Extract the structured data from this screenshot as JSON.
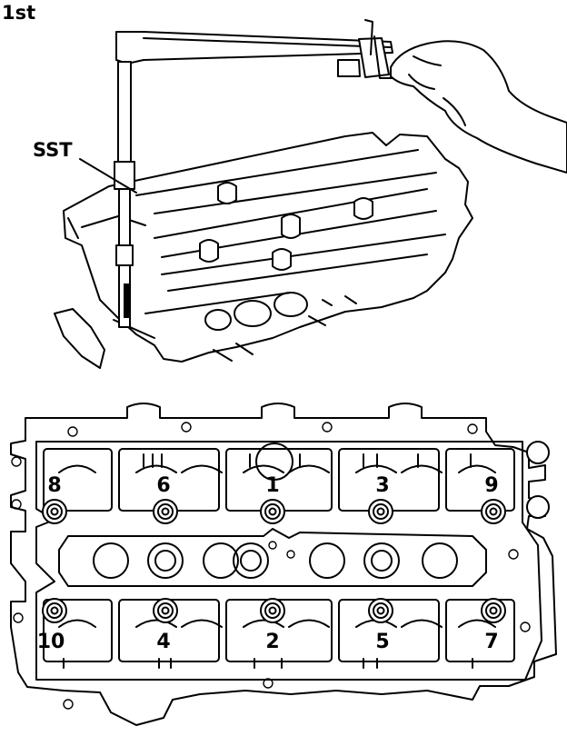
{
  "step_label": "1st",
  "tool_label": "SST",
  "colors": {
    "ink": "#000000",
    "paper": "#ffffff"
  },
  "bolt_numbers": {
    "upper_row": [
      "8",
      "6",
      "1",
      "3",
      "9"
    ],
    "lower_row": [
      "10",
      "4",
      "2",
      "5",
      "7"
    ]
  }
}
